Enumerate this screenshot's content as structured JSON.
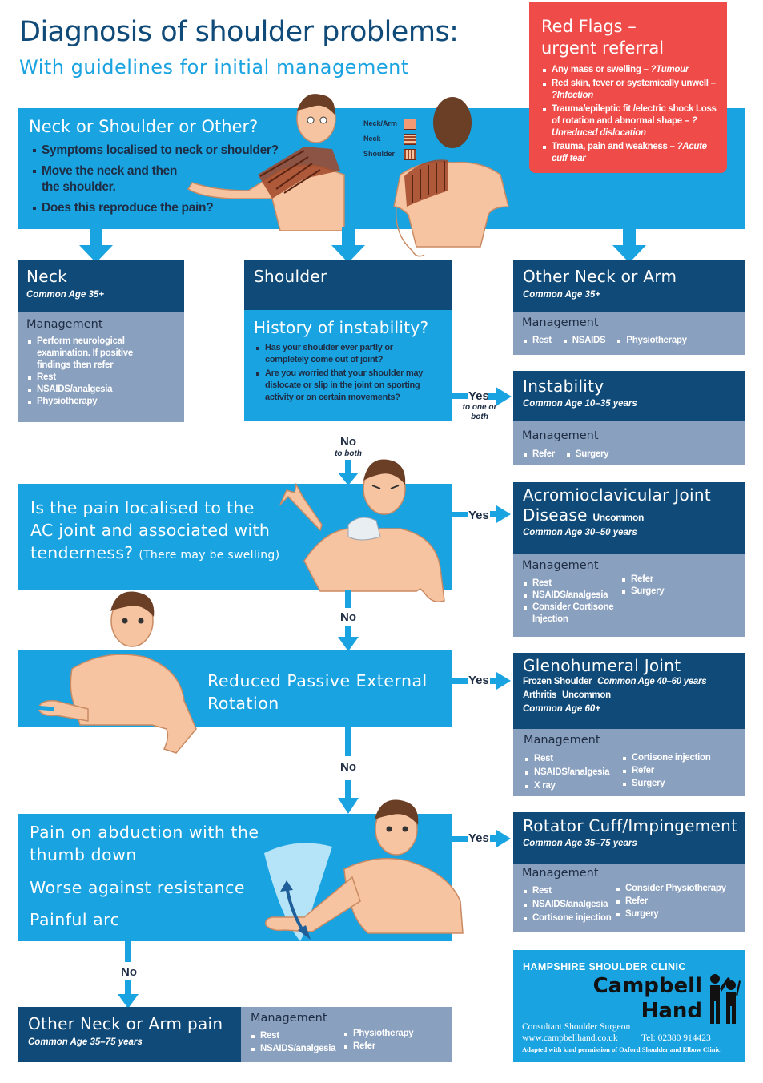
{
  "title": "Diagnosis of shoulder problems:",
  "subtitle": "With guidelines for initial management",
  "red_flags": {
    "title_1": "Red Flags –",
    "title_2": "urgent referral",
    "items": [
      {
        "text": "Any mass or swelling – ",
        "cause": "?Tumour"
      },
      {
        "text": "Red skin, fever or systemically unwell – ",
        "cause": "?Infection"
      },
      {
        "text": "Trauma/epileptic fit /electric shock Loss of rotation and abnormal shape – ",
        "cause": "?Unreduced dislocation"
      },
      {
        "text": "Trauma, pain and weakness – ",
        "cause": "?Acute cuff tear"
      }
    ]
  },
  "legend": [
    "Neck/Arm",
    "Neck",
    "Shoulder"
  ],
  "top_question": {
    "heading": "Neck or Shoulder or Other?",
    "items": [
      "Symptoms localised to neck or shoulder?",
      "Move the neck and then the shoulder.",
      "Does this reproduce the pain?"
    ]
  },
  "neck": {
    "title": "Neck",
    "age": "Common Age 35+",
    "management_label": "Management",
    "items": [
      "Perform neurological examination. If positive findings then refer",
      "Rest",
      "NSAIDS/analgesia",
      "Physiotherapy"
    ]
  },
  "shoulder": {
    "title": "Shoulder"
  },
  "instability_q": {
    "heading": "History of instability?",
    "items": [
      "Has your shoulder ever partly or completely come out of joint?",
      "Are you worried that your shoulder may dislocate or slip in the joint on sporting activity or on certain movements?"
    ]
  },
  "other_neck_arm": {
    "title": "Other Neck or Arm",
    "age": "Common Age 35+",
    "management_label": "Management",
    "items": [
      "Rest",
      "NSAIDS",
      "Physiotherapy"
    ]
  },
  "instability": {
    "title": "Instability",
    "age": "Common Age 10–35 years",
    "management_label": "Management",
    "items": [
      "Refer",
      "Surgery"
    ]
  },
  "labels": {
    "yes": "Yes",
    "no": "No",
    "to_one_or_both": "to one or both",
    "to_both": "to both"
  },
  "ac_q": {
    "line1": "Is the pain localised to the",
    "line2": "AC joint and associated with",
    "line3": "tenderness?",
    "note": "(There may be swelling)"
  },
  "ac_joint": {
    "title_1": "Acromioclavicular Joint",
    "title_2": "Disease",
    "uncommon": "Uncommon",
    "age": "Common Age 30–50 years",
    "management_label": "Management",
    "items_left": [
      "Rest",
      "NSAIDS/analgesia",
      "Consider Cortisone Injection"
    ],
    "items_right": [
      "Refer",
      "Surgery"
    ]
  },
  "rotation_q": {
    "line1": "Reduced Passive External",
    "line2": "Rotation"
  },
  "glenohumeral": {
    "title": "Glenohumeral Joint",
    "frozen": "Frozen Shoulder",
    "frozen_age": "Common Age 40–60 years",
    "arthritis": "Arthritis",
    "uncommon": "Uncommon",
    "arthritis_age": "Common Age 60+",
    "management_label": "Management",
    "items_left": [
      "Rest",
      "NSAIDS/analgesia",
      "X ray"
    ],
    "items_right": [
      "Cortisone injection",
      "Refer",
      "Surgery"
    ]
  },
  "abduction_q": {
    "line1": "Pain on abduction with the",
    "line2": "thumb down",
    "line3": "Worse against resistance",
    "line4": "Painful arc"
  },
  "rotator_cuff": {
    "title": "Rotator Cuff/Impingement",
    "age": "Common Age 35–75 years",
    "management_label": "Management",
    "items_left": [
      "Rest",
      "NSAIDS/analgesia",
      "Cortisone injection"
    ],
    "items_right": [
      "Consider Physiotherapy",
      "Refer",
      "Surgery"
    ]
  },
  "other_pain": {
    "title": "Other Neck or Arm pain",
    "age": "Common Age 35–75 years",
    "management_label": "Management",
    "items_left": [
      "Rest",
      "NSAIDS/analgesia"
    ],
    "items_right": [
      "Physiotherapy",
      "Refer"
    ]
  },
  "clinic": {
    "name": "HAMPSHIRE SHOULDER CLINIC",
    "logo_1": "Campbell",
    "logo_2": "Hand",
    "role": "Consultant Shoulder Surgeon",
    "website": "www.campbellhand.co.uk",
    "tel": "Tel: 02380 914423",
    "credit": "Adapted with kind permission of Oxford Shoulder and Elbow Clinic"
  },
  "colors": {
    "cyan": "#1aa3e1",
    "navy": "#0f4a78",
    "slate": "#8aa0bf",
    "red": "#ef4b48",
    "skin": "#f6c4a0"
  }
}
